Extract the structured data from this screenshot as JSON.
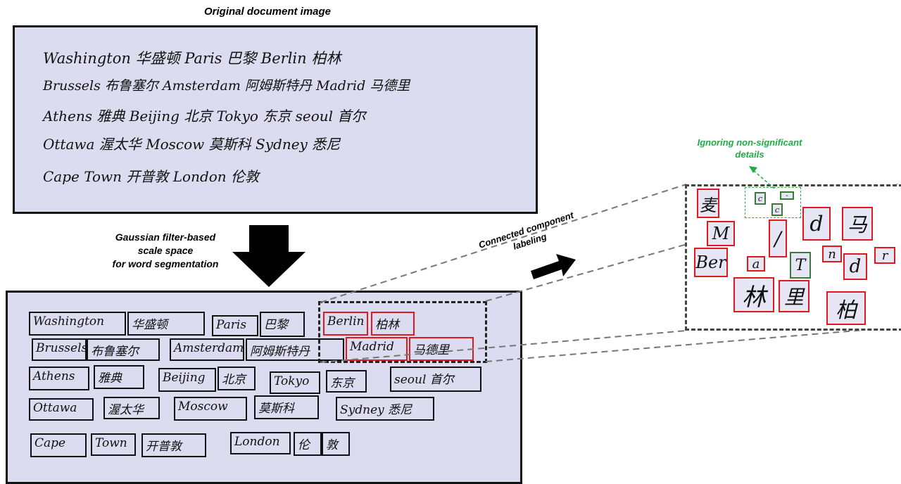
{
  "top_caption": "Original document image",
  "original_lines": [
    "Washington 华盛顿 Paris 巴黎 Berlin 柏林",
    "Brussels 布鲁塞尔 Amsterdam 阿姆斯特丹 Madrid 马德里",
    "Athens 雅典 Beijing 北京 Tokyo 东京 seoul 首尔",
    "Ottawa 渥太华 Moscow 莫斯科 Sydney 悉尼",
    "Cape Town 开普敦 London 伦敦"
  ],
  "step1_caption": [
    "Gaussian filter-based",
    "scale space",
    "for word segmentation"
  ],
  "step2_caption": [
    "Connected component",
    "labeling"
  ],
  "ignore_caption": [
    "Ignoring non-significant",
    "details"
  ],
  "segmented": {
    "row1": [
      "Washington",
      "华盛顿",
      "Paris",
      "巴黎",
      "Berlin",
      "柏林"
    ],
    "row2": [
      "Brussels",
      "布鲁塞尔",
      "Amsterdam",
      "阿姆斯特丹",
      "Madrid",
      "马德里"
    ],
    "row3": [
      "Athens",
      "雅典",
      "Beijing",
      "北京",
      "Tokyo",
      "东京",
      "seoul 首尔"
    ],
    "row4": [
      "Ottawa",
      "渥太华",
      "Moscow",
      "莫斯科",
      "Sydney 悉尼"
    ],
    "row5": [
      "Cape",
      "Town",
      "开普敦",
      "London",
      "伦",
      "敦"
    ]
  },
  "components": {
    "c1": "麦",
    "c2": "M",
    "c3": "Ber",
    "c4": "a",
    "c5": "/",
    "c6": "T",
    "c7": "d",
    "c8": "马",
    "c9": "n",
    "c10": "d",
    "c11": "r",
    "c12": "林",
    "c13": "里",
    "c14": "柏",
    "g1": "c",
    "g2": "-",
    "g3": "c"
  },
  "colors": {
    "selected": "#e0191f",
    "ignored": "#3a7a3a",
    "annotation": "#22aa44"
  }
}
